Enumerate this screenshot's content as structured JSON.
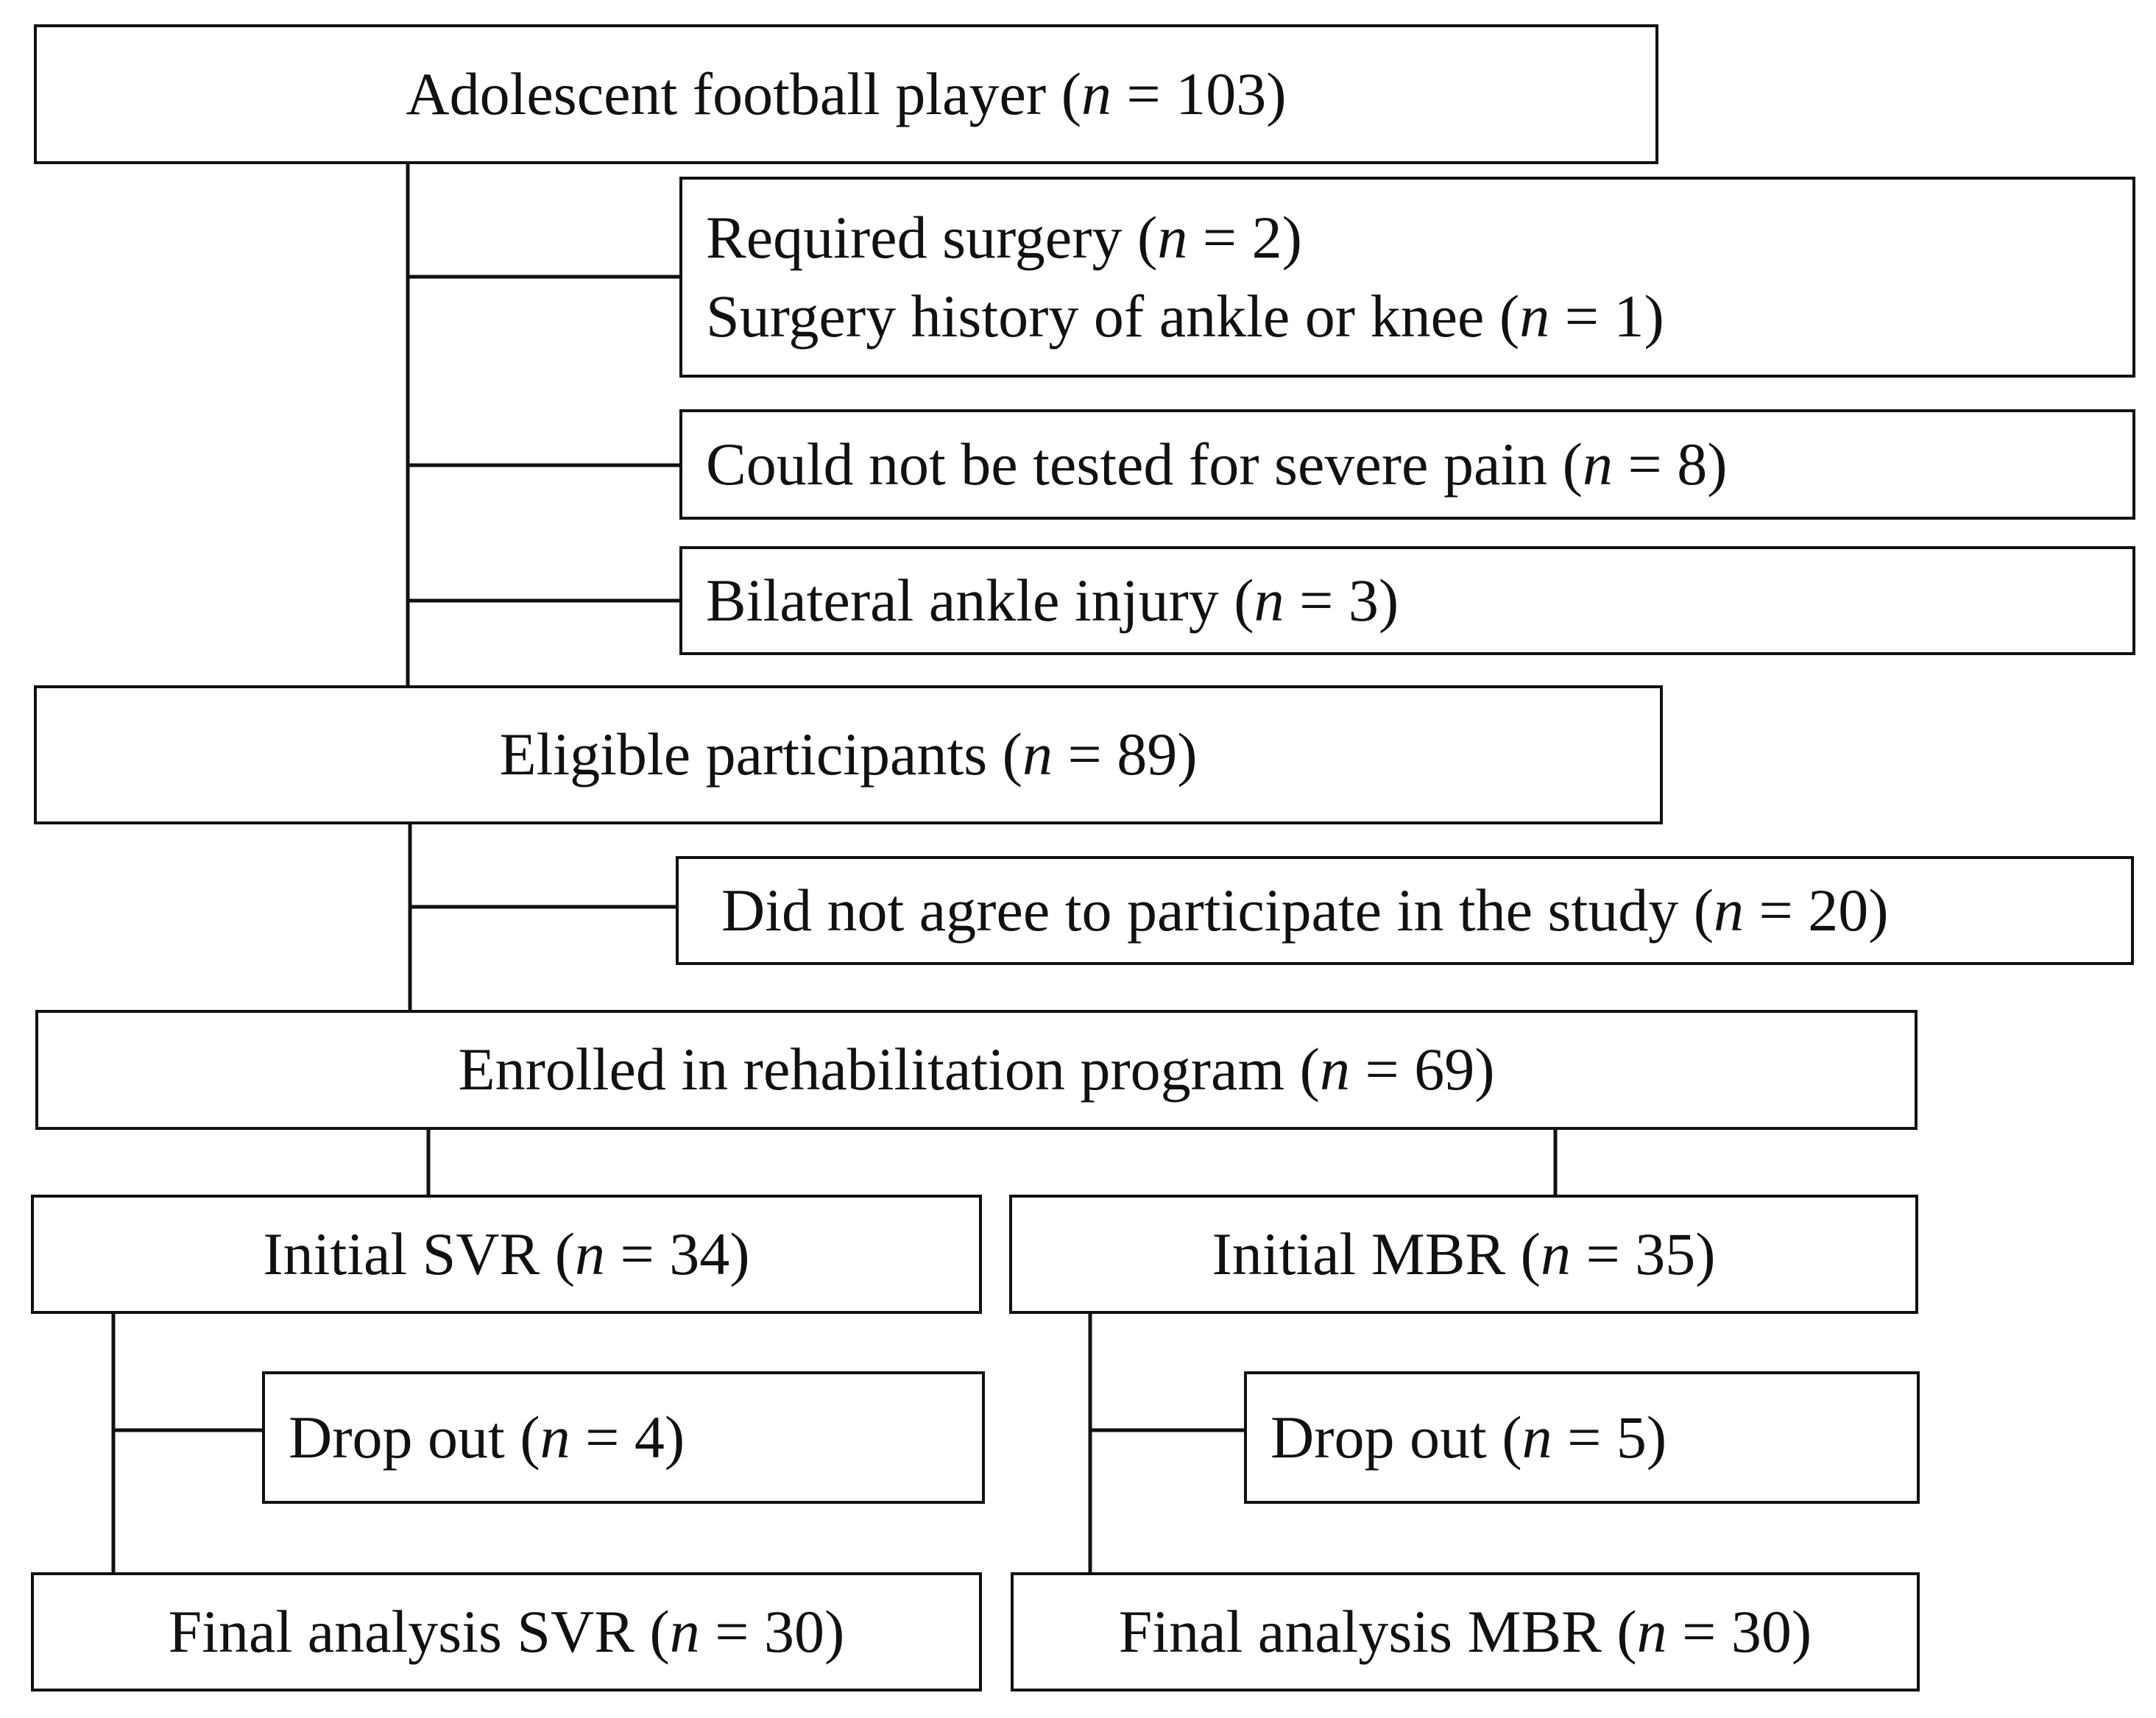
{
  "boxes": {
    "adolescent": {
      "label": "Adolescent football player",
      "var": "n",
      "eq": " = ",
      "value": "103"
    },
    "required_surgery": {
      "label": "Required surgery",
      "var": "n",
      "eq": " = ",
      "value": "2"
    },
    "surgery_history": {
      "label": "Surgery history of ankle or knee",
      "var": "n",
      "eq": " = ",
      "value": "1"
    },
    "severe_pain": {
      "label": "Could not be tested for severe pain",
      "var": "n",
      "eq": " = ",
      "value": "8"
    },
    "bilateral": {
      "label": "Bilateral ankle injury",
      "var": "n",
      "eq": " = ",
      "value": "3"
    },
    "eligible": {
      "label": "Eligible participants",
      "var": "n",
      "eq": " = ",
      "value": "89"
    },
    "did_not_agree": {
      "label": "Did not agree to participate in the study",
      "var": "n",
      "eq": " = ",
      "value": "20"
    },
    "enrolled": {
      "label": "Enrolled in rehabilitation program",
      "var": "n",
      "eq": " = ",
      "value": "69"
    },
    "initial_svr": {
      "label": "Initial SVR",
      "var": "n",
      "eq": " = ",
      "value": "34"
    },
    "initial_mbr": {
      "label": "Initial MBR",
      "var": "n",
      "eq": " = ",
      "value": "35"
    },
    "dropout_svr": {
      "label": "Drop out",
      "var": "n",
      "eq": " = ",
      "value": "4"
    },
    "dropout_mbr": {
      "label": "Drop out",
      "var": "n",
      "eq": " = ",
      "value": "5"
    },
    "final_svr": {
      "label": "Final analysis SVR",
      "var": "n",
      "eq": " = ",
      "value": "30"
    },
    "final_mbr": {
      "label": "Final analysis MBR",
      "var": "n",
      "eq": " = ",
      "value": "30"
    }
  }
}
